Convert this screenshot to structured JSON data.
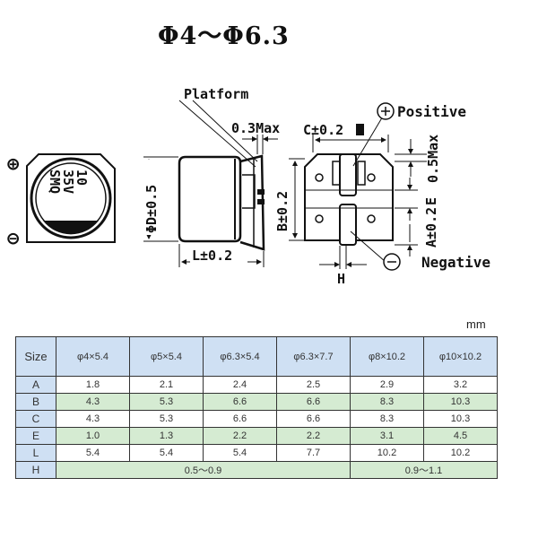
{
  "title": "Φ4～Φ6.3",
  "drawing": {
    "top_view": {
      "marking_lines": [
        "10",
        "35V",
        "SMQ"
      ],
      "plus_symbol": "⊕",
      "minus_symbol": "⊖"
    },
    "side_view": {
      "platform_label": "Platform",
      "max_label": "0.3Max",
      "diameter_label": "ΦD±0.5",
      "length_label": "L±0.2"
    },
    "pad_view": {
      "c_label": "C±0.2",
      "positive_label": "Positive",
      "negative_label": "Negative",
      "max_label": "0.5Max",
      "b_label": "B±0.2",
      "e_label": "E",
      "a_label": "A±0.2",
      "h_label": "H"
    }
  },
  "unit": "mm",
  "table": {
    "corner_label": "Size",
    "columns": [
      "φ4×5.4",
      "φ5×5.4",
      "φ6.3×5.4",
      "φ6.3×7.7",
      "φ8×10.2",
      "φ10×10.2"
    ],
    "rows": [
      {
        "label": "A",
        "values": [
          "1.8",
          "2.1",
          "2.4",
          "2.5",
          "2.9",
          "3.2"
        ]
      },
      {
        "label": "B",
        "values": [
          "4.3",
          "5.3",
          "6.6",
          "6.6",
          "8.3",
          "10.3"
        ]
      },
      {
        "label": "C",
        "values": [
          "4.3",
          "5.3",
          "6.6",
          "6.6",
          "8.3",
          "10.3"
        ]
      },
      {
        "label": "E",
        "values": [
          "1.0",
          "1.3",
          "2.2",
          "2.2",
          "3.1",
          "4.5"
        ]
      },
      {
        "label": "L",
        "values": [
          "5.4",
          "5.4",
          "5.4",
          "7.7",
          "10.2",
          "10.2"
        ]
      }
    ],
    "h_row": {
      "label": "H",
      "value_small": "0.5～0.9",
      "value_large": "0.9～1.1"
    }
  }
}
